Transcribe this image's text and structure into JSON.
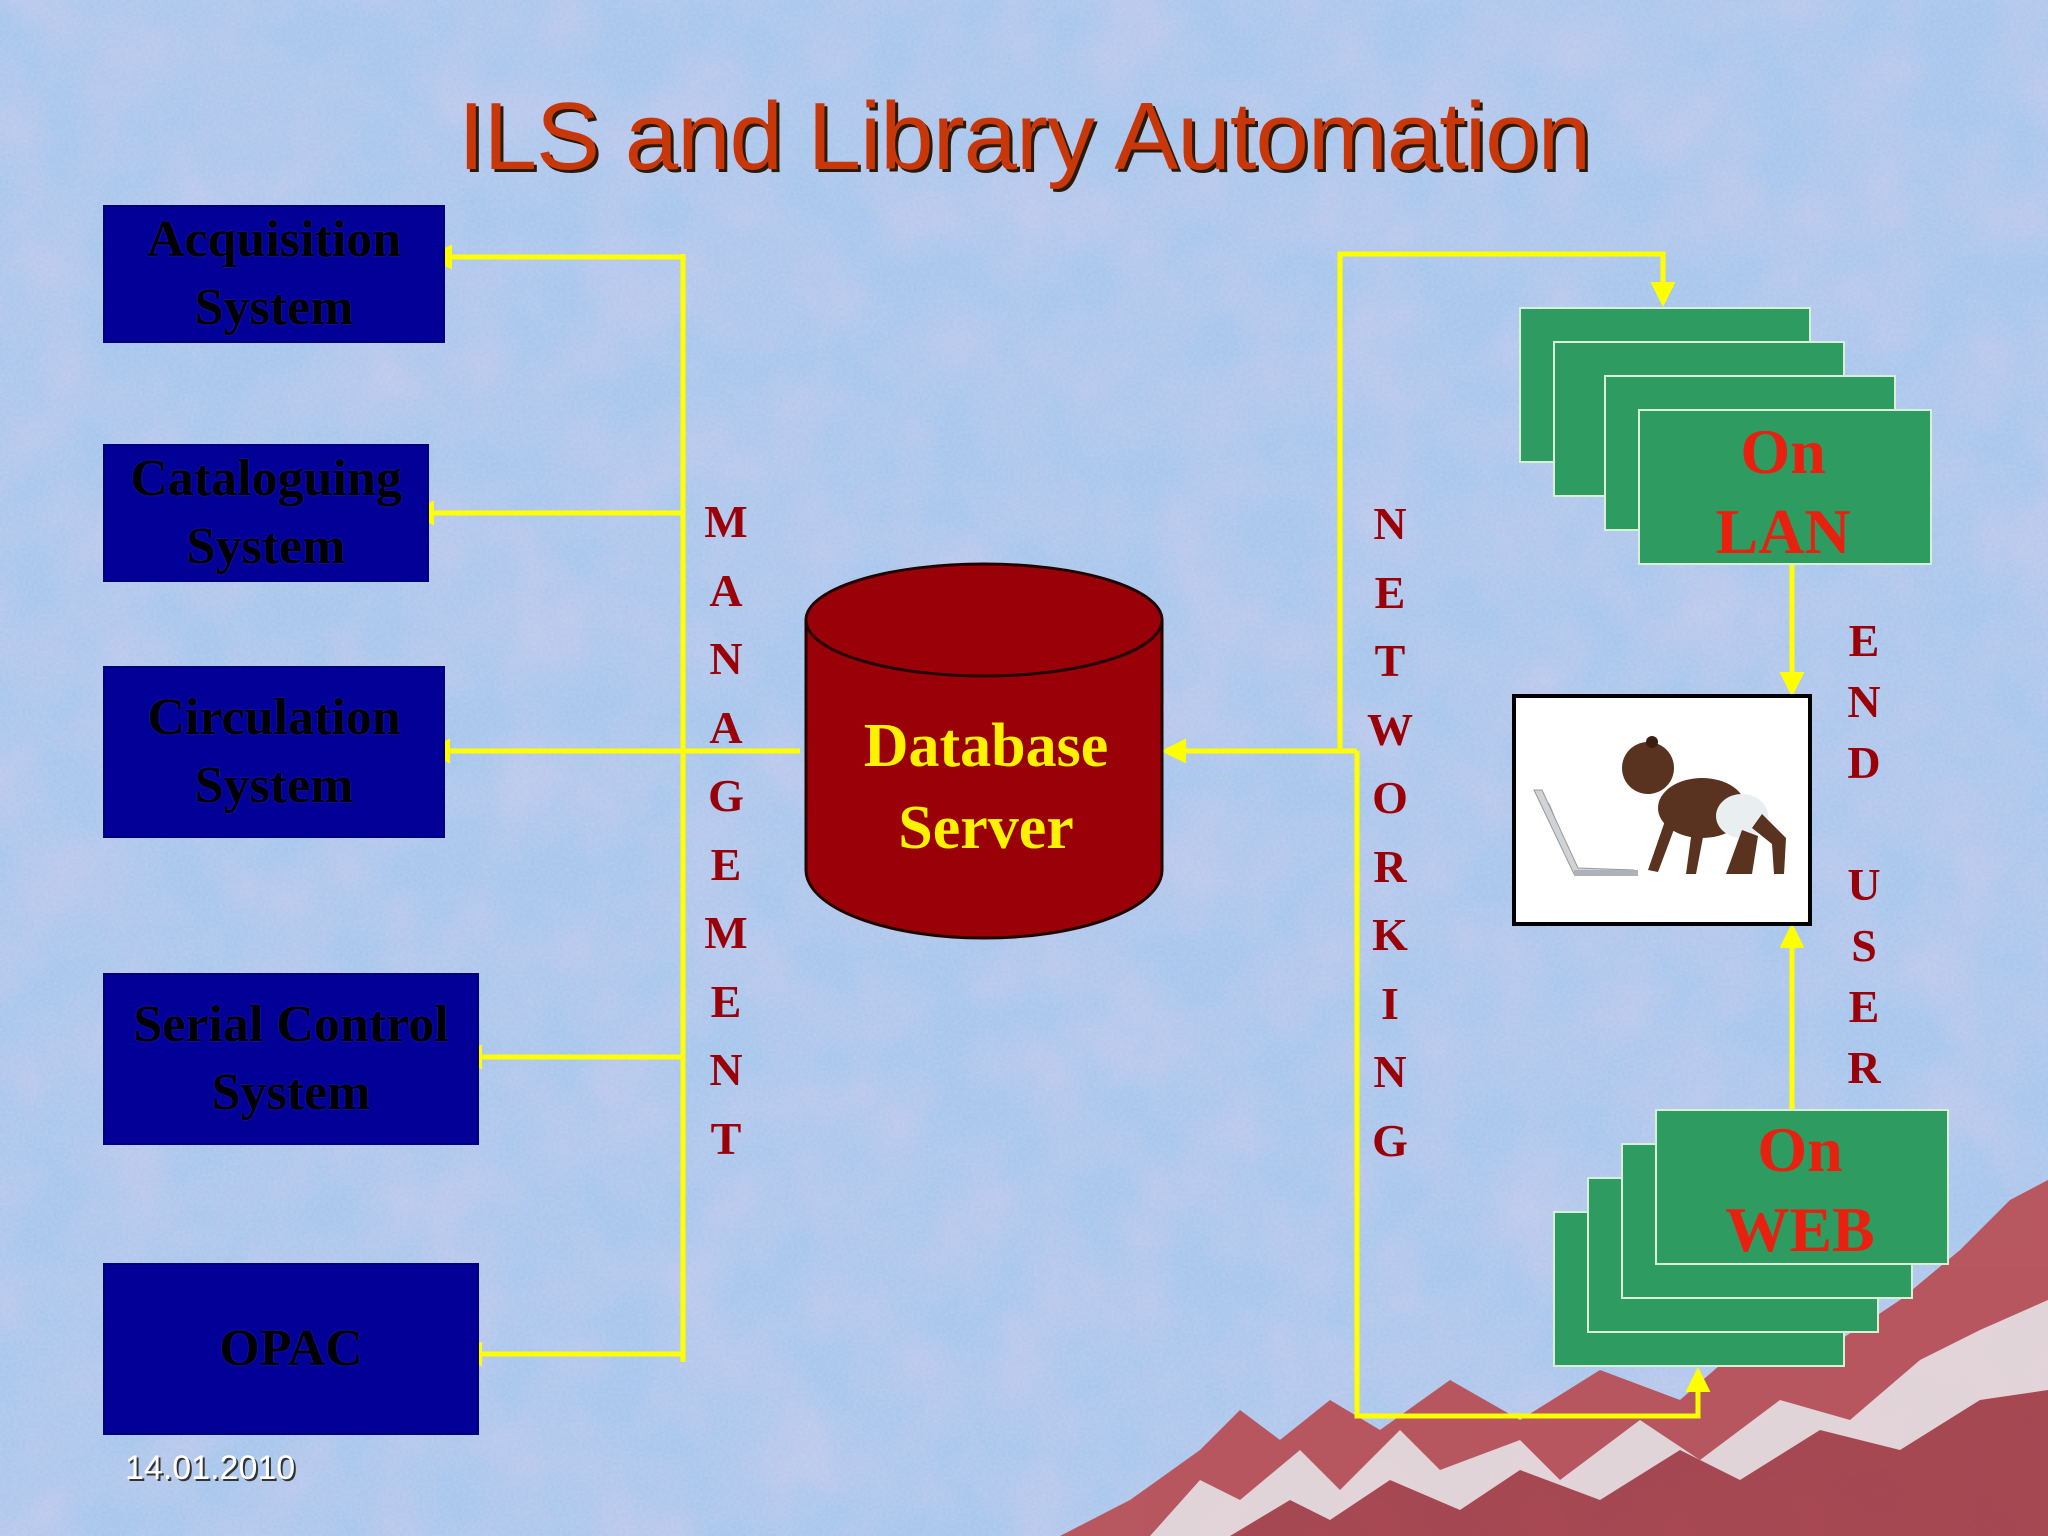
{
  "title": "ILS and Library Automation",
  "date": "14.01.2010",
  "systems": [
    {
      "label": "Acquisition\nSystem"
    },
    {
      "label": "Cataloguing\nSystem"
    },
    {
      "label": "Circulation\nSystem"
    },
    {
      "label": "Serial Control\nSystem"
    },
    {
      "label": "OPAC"
    }
  ],
  "database": {
    "label": "Database\nServer"
  },
  "vertical_labels": {
    "management": "M\nA\nN\nA\nG\nE\nM\nE\nN\nT",
    "networking": "N\nE\nT\nW\nO\nR\nK\nI\nN\nG",
    "end_user": "E\nN\nD\n\nU\nS\nE\nR"
  },
  "lan": {
    "label": "On\nLAN"
  },
  "web": {
    "label": "On\nWEB"
  },
  "colors": {
    "system_box": "#020096",
    "database": "#9A0008",
    "connector": "#FFFF00",
    "card": "#2E9C60",
    "title": "#C8370A"
  }
}
